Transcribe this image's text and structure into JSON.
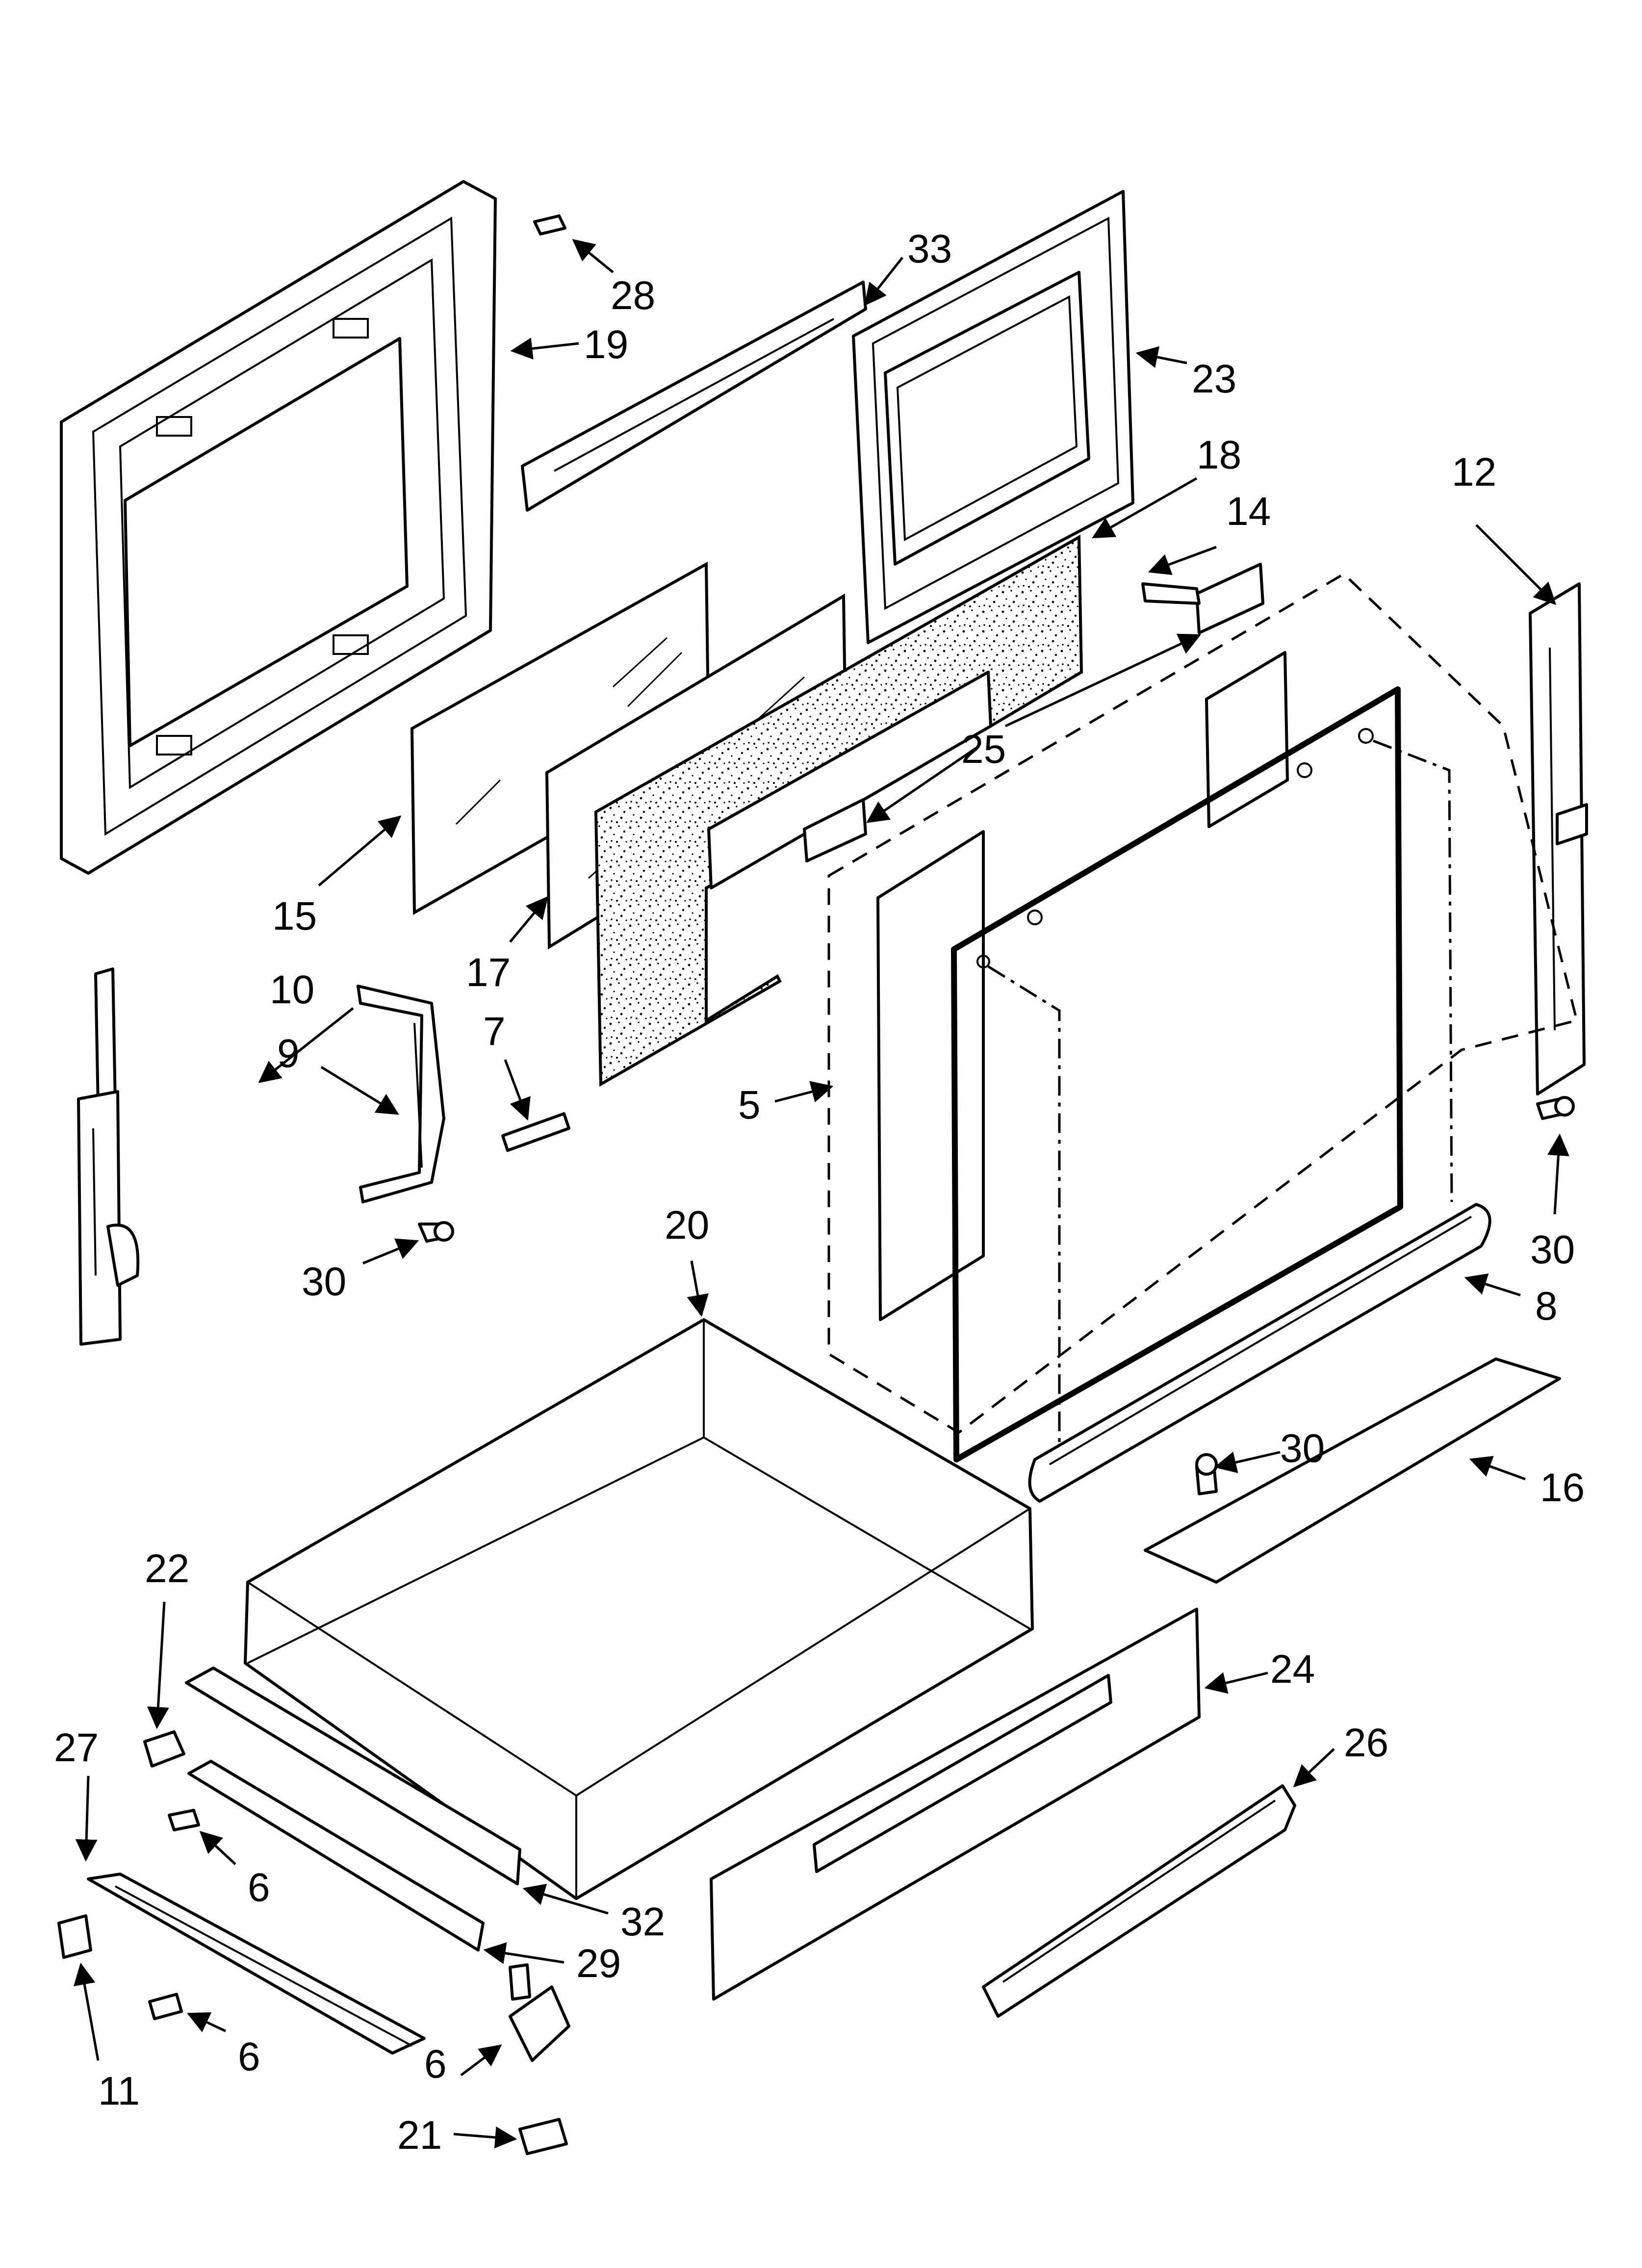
{
  "callouts": [
    {
      "id": "c19",
      "label": "19"
    },
    {
      "id": "c28",
      "label": "28"
    },
    {
      "id": "c33",
      "label": "33"
    },
    {
      "id": "c23",
      "label": "23"
    },
    {
      "id": "c18",
      "label": "18"
    },
    {
      "id": "c14",
      "label": "14"
    },
    {
      "id": "c12",
      "label": "12"
    },
    {
      "id": "c25",
      "label": "25"
    },
    {
      "id": "c15",
      "label": "15"
    },
    {
      "id": "c17",
      "label": "17"
    },
    {
      "id": "c10",
      "label": "10"
    },
    {
      "id": "c9",
      "label": "9"
    },
    {
      "id": "c7",
      "label": "7"
    },
    {
      "id": "c5",
      "label": "5"
    },
    {
      "id": "c30a",
      "label": "30"
    },
    {
      "id": "c30b",
      "label": "30"
    },
    {
      "id": "c30c",
      "label": "30"
    },
    {
      "id": "c8",
      "label": "8"
    },
    {
      "id": "c16",
      "label": "16"
    },
    {
      "id": "c20",
      "label": "20"
    },
    {
      "id": "c22",
      "label": "22"
    },
    {
      "id": "c24",
      "label": "24"
    },
    {
      "id": "c26",
      "label": "26"
    },
    {
      "id": "c27",
      "label": "27"
    },
    {
      "id": "c6a",
      "label": "6"
    },
    {
      "id": "c6b",
      "label": "6"
    },
    {
      "id": "c6c",
      "label": "6"
    },
    {
      "id": "c32",
      "label": "32"
    },
    {
      "id": "c29",
      "label": "29"
    },
    {
      "id": "c11",
      "label": "11"
    },
    {
      "id": "c21",
      "label": "21"
    }
  ]
}
